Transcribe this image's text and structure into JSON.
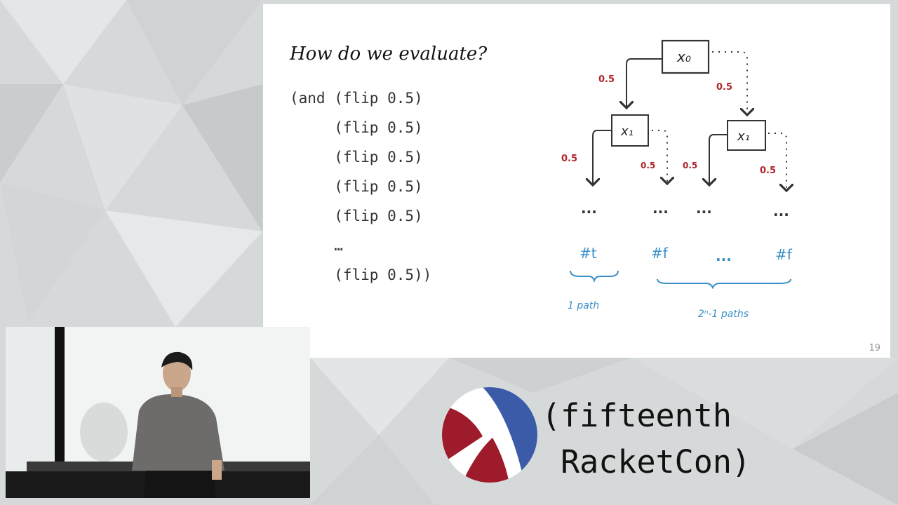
{
  "slide": {
    "title": "How do we evaluate?",
    "code_lines": [
      "(and (flip 0.5)",
      "     (flip 0.5)",
      "     (flip 0.5)",
      "     (flip 0.5)",
      "     (flip 0.5)",
      "     …",
      "     (flip 0.5))"
    ],
    "page_number": "19",
    "tree": {
      "root_label": "x₀",
      "child_left_label": "x₁",
      "child_right_label": "x₁",
      "edge_probabilities": [
        "0.5",
        "0.5",
        "0.5",
        "0.5",
        "0.5",
        "0.5"
      ],
      "leaf_ellipses": [
        "...",
        "...",
        "...",
        "..."
      ],
      "outcomes": [
        "#t",
        "#f",
        "...",
        "#f"
      ],
      "brace_left_label": "1 path",
      "brace_right_label": "2ⁿ-1 paths"
    }
  },
  "branding": {
    "line1": "(fifteenth",
    "line2": " RacketCon)"
  },
  "colors": {
    "probability_red": "#b0252a",
    "annotation_blue": "#3a8fc7",
    "logo_red": "#9e1b2c",
    "logo_blue": "#3b5ba9"
  }
}
